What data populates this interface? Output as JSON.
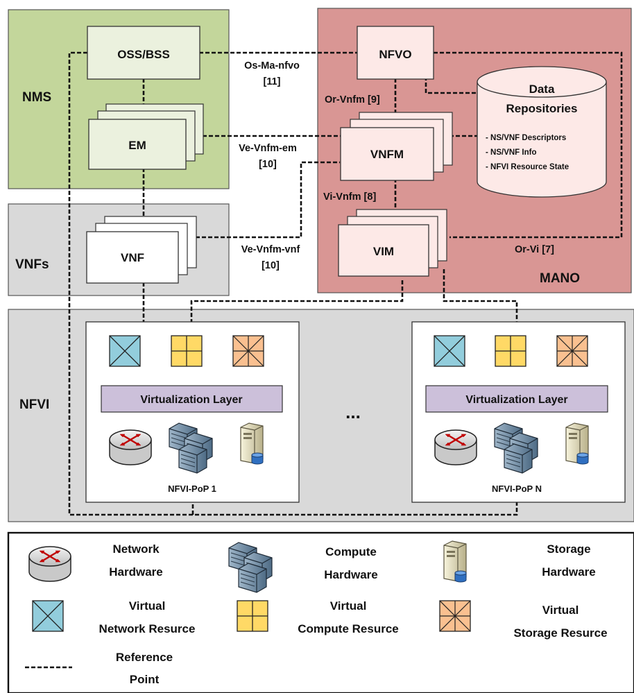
{
  "regions": {
    "nms": "NMS",
    "mano": "MANO",
    "vnfs": "VNFs",
    "nfvi": "NFVI"
  },
  "nodes": {
    "oss_bss": "OSS/BSS",
    "em": "EM",
    "vnf": "VNF",
    "nfvo": "NFVO",
    "vnfm": "VNFM",
    "vim": "VIM"
  },
  "data_repositories": {
    "title_line1": "Data",
    "title_line2": "Repositories",
    "items": [
      "- NS/VNF Descriptors",
      "- NS/VNF Info",
      "- NFVI Resource State"
    ]
  },
  "reference_points": {
    "os_ma_nfvo": [
      "Os-Ma-nfvo",
      "[11]"
    ],
    "or_vnfm": "Or-Vnfm [9]",
    "ve_vnfm_em": [
      "Ve-Vnfm-em",
      "[10]"
    ],
    "vi_vnfm": "Vi-Vnfm [8]",
    "ve_vnfm_vnf": [
      "Ve-Vnfm-vnf",
      "[10]"
    ],
    "or_vi": "Or-Vi [7]"
  },
  "pops": [
    {
      "virtualization_layer": "Virtualization Layer",
      "label": "NFVI-PoP 1"
    },
    {
      "virtualization_layer": "Virtualization Layer",
      "label": "NFVI-PoP N"
    }
  ],
  "ellipsis": "...",
  "legend": {
    "network_hardware": [
      "Network",
      "Hardware"
    ],
    "compute_hardware": [
      "Compute",
      "Hardware"
    ],
    "storage_hardware": [
      "Storage",
      "Hardware"
    ],
    "virtual_network": [
      "Virtual",
      "Network Resurce"
    ],
    "virtual_compute": [
      "Virtual",
      "Compute Resurce"
    ],
    "virtual_storage": [
      "Virtual",
      "Storage Resurce"
    ],
    "reference_point": [
      "Reference",
      "Point"
    ]
  },
  "colors": {
    "nms_bg": "#c3d69b",
    "mano_bg": "#d99694",
    "gray_bg": "#d9d9d9",
    "node_green": "#ebf1de",
    "node_pink": "#fde9e7",
    "virt_layer": "#ccc0da",
    "vnet": "#92cddc",
    "vcompute": "#ffd966",
    "vstorage": "#fac090"
  }
}
